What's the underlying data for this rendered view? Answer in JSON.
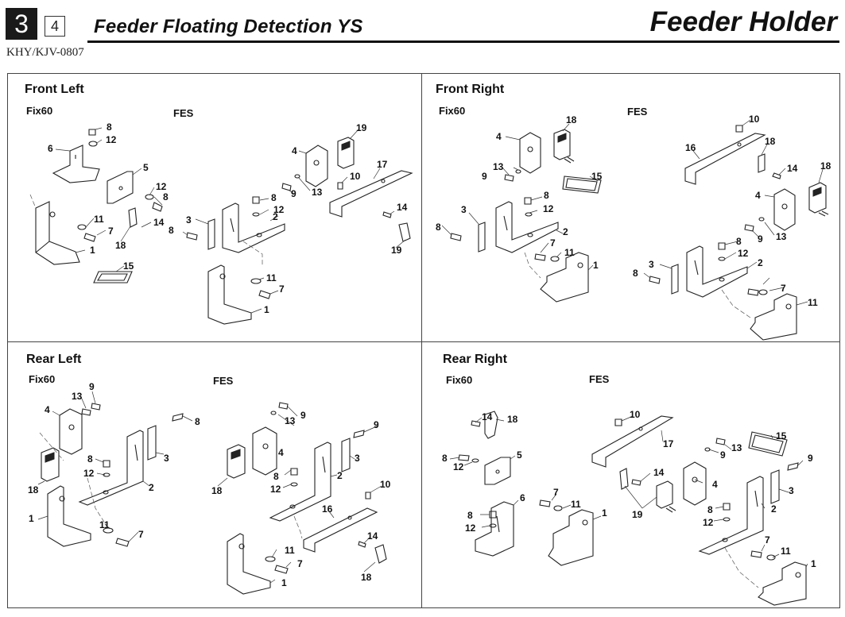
{
  "header": {
    "chapter_number": "3",
    "section_number": "4",
    "section_title": "Feeder Floating Detection YS",
    "book_title": "Feeder Holder",
    "doc_code": "KHY/KJV-0807"
  },
  "quadrants": [
    {
      "title": "Front Left",
      "left_label": "Fix60",
      "right_label": "FES"
    },
    {
      "title": "Front Right",
      "left_label": "Fix60",
      "right_label": "FES"
    },
    {
      "title": "Rear Left",
      "left_label": "Fix60",
      "right_label": "FES"
    },
    {
      "title": "Rear Right",
      "left_label": "Fix60",
      "right_label": "FES"
    }
  ],
  "callouts": {
    "q0": [
      "8",
      "12",
      "6",
      "5",
      "12",
      "8",
      "11",
      "7",
      "14",
      "1",
      "18",
      "15",
      "4",
      "19",
      "10",
      "17",
      "9",
      "13",
      "8",
      "12",
      "3",
      "8",
      "2",
      "14",
      "19",
      "11",
      "7",
      "1"
    ],
    "q1": [
      "18",
      "4",
      "13",
      "9",
      "15",
      "8",
      "12",
      "3",
      "8",
      "2",
      "7",
      "11",
      "1",
      "10",
      "16",
      "18",
      "14",
      "18",
      "4",
      "8",
      "9",
      "13",
      "12",
      "3",
      "8",
      "2",
      "7",
      "11",
      "1"
    ],
    "q2": [
      "9",
      "13",
      "4",
      "8",
      "3",
      "8",
      "12",
      "2",
      "18",
      "1",
      "11",
      "7",
      "9",
      "13",
      "9",
      "4",
      "3",
      "8",
      "12",
      "18",
      "2",
      "10",
      "16",
      "14",
      "11",
      "7",
      "1",
      "18"
    ],
    "q3": [
      "14",
      "18",
      "8",
      "12",
      "5",
      "8",
      "12",
      "6",
      "7",
      "11",
      "1",
      "10",
      "17",
      "15",
      "14",
      "9",
      "13",
      "9",
      "19",
      "4",
      "3",
      "8",
      "12",
      "2",
      "7",
      "11",
      "1"
    ]
  }
}
